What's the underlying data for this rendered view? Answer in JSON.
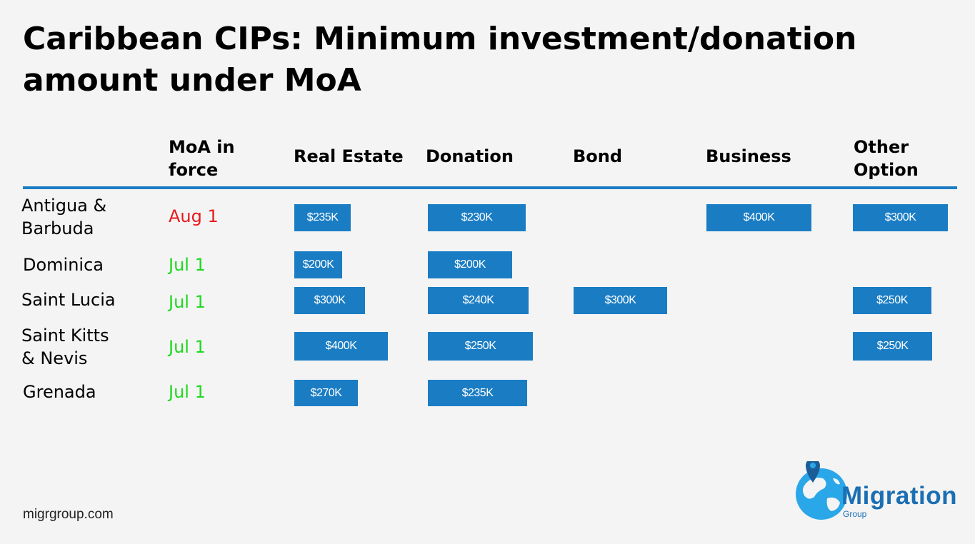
{
  "title": "Caribbean CIPs: Minimum investment/donation amount under MoA",
  "colors": {
    "bar": "#1a7dc4",
    "aug": "#e8191c",
    "jul": "#1ed81e",
    "rule": "#1a7dc4"
  },
  "chart_data": {
    "type": "table",
    "columns": [
      "MoA in force",
      "Real Estate",
      "Donation",
      "Bond",
      "Business",
      "Other Option"
    ],
    "rows": [
      {
        "country": "Antigua & Barbuda",
        "moa": "Aug 1",
        "real_estate": 235,
        "donation": 230,
        "bond": null,
        "business": 400,
        "other": 300
      },
      {
        "country": "Dominica",
        "moa": "Jul 1",
        "real_estate": 200,
        "donation": 200,
        "bond": null,
        "business": null,
        "other": null
      },
      {
        "country": "Saint Lucia",
        "moa": "Jul 1",
        "real_estate": 300,
        "donation": 240,
        "bond": 300,
        "business": null,
        "other": 250
      },
      {
        "country": "Saint Kitts & Nevis",
        "moa": "Jul 1",
        "real_estate": 400,
        "donation": 250,
        "bond": null,
        "business": null,
        "other": 250
      },
      {
        "country": "Grenada",
        "moa": "Jul 1",
        "real_estate": 270,
        "donation": 235,
        "bond": null,
        "business": null,
        "other": null
      }
    ],
    "unit": "$K"
  },
  "labels": {
    "antigua": {
      "line1": "Antigua &",
      "line2": "Barbuda"
    },
    "skn": {
      "line1": "Saint Kitts",
      "line2": "& Nevis"
    },
    "moa_hdr": {
      "line1": "MoA in",
      "line2": "force"
    },
    "other_hdr": {
      "line1": "Other",
      "line2": "Option"
    },
    "antigua_moa": "Aug 1",
    "dominica": "Dominica",
    "dominica_moa": "Jul 1",
    "lucia": "Saint Lucia",
    "lucia_moa": "Jul 1",
    "skn_moa": "Jul 1",
    "grenada": "Grenada",
    "grenada_moa": "Jul 1",
    "re_hdr": "Real Estate",
    "don_hdr": "Donation",
    "bond_hdr": "Bond",
    "bus_hdr": "Business"
  },
  "badges": {
    "antigua_re": "$235K",
    "antigua_don": "$230K",
    "antigua_bus": "$400K",
    "antigua_other": "$300K",
    "dominica_re": "$200K",
    "dominica_don": "$200K",
    "lucia_re": "$300K",
    "lucia_don": "$240K",
    "lucia_bond": "$300K",
    "lucia_other": "$250K",
    "skn_re": "$400K",
    "skn_don": "$250K",
    "skn_other": "$250K",
    "grenada_re": "$270K",
    "grenada_don": "$235K"
  },
  "footer": {
    "site": "migrgroup.com"
  },
  "logo": {
    "word": "Migration",
    "sub": "Group",
    "icon": "globe-pin-icon"
  }
}
